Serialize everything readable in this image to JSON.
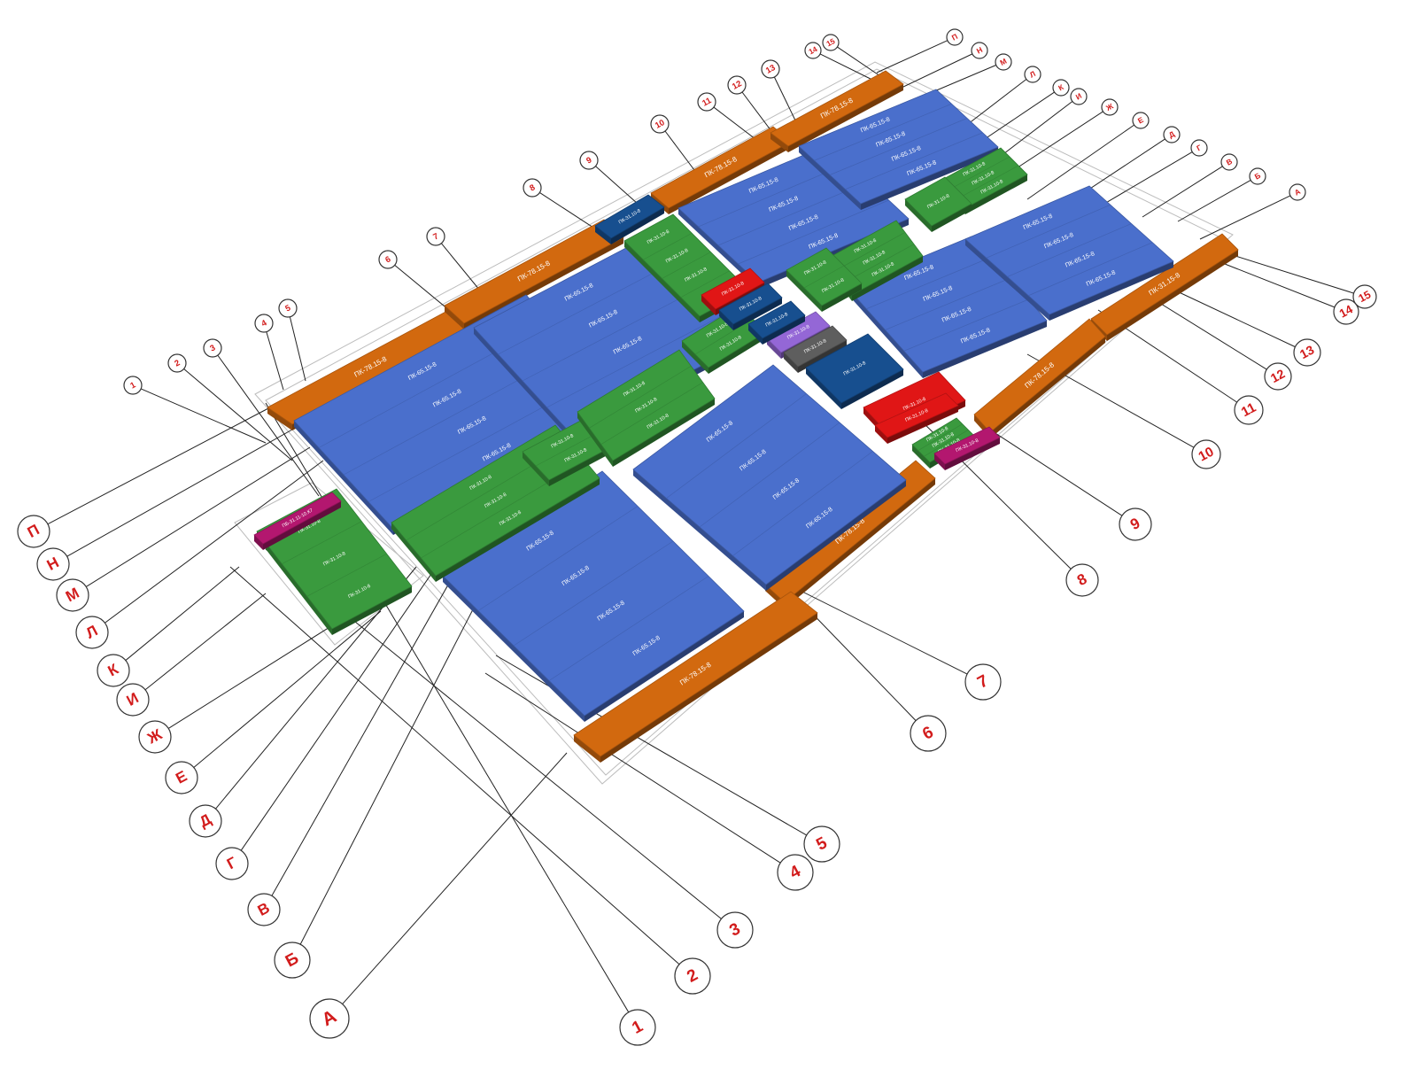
{
  "colors": {
    "beam": "#d2690f",
    "slab_large": "#4a6fcc",
    "slab_small": "#3a9a3e",
    "red": "#e01616",
    "magenta": "#b3176f",
    "dark_blue": "#174f8f",
    "purple": "#9467d6",
    "gray": "#5e5e5e",
    "bubble_text": "#d21c1c"
  },
  "beams": [
    {
      "label": "ПК-78.15-8"
    },
    {
      "label": "ПК-78.15-8"
    },
    {
      "label": "ПК-78.15-8"
    },
    {
      "label": "ПК-78.15-8"
    },
    {
      "label": "ПК-31.15-8"
    },
    {
      "label": "ПК-78.15-8"
    },
    {
      "label": "ПК-78.15-8"
    },
    {
      "label": "ПК-78.15-8"
    }
  ],
  "slabs": [
    {
      "labels": [
        "ПК-65.15-8",
        "ПК-65.15-8",
        "ПК-65.15-8",
        "ПК-65.15-8"
      ]
    },
    {
      "labels": [
        "ПК-65.15-8",
        "ПК-65.15-8",
        "ПК-65.15-8",
        "ПК-65.15-8"
      ]
    },
    {
      "labels": [
        "ПК-65.15-8",
        "ПК-65.15-8",
        "ПК-65.15-8",
        "ПК-65.15-8"
      ]
    },
    {
      "labels": [
        "ПК-65.15-8",
        "ПК-65.15-8",
        "ПК-65.15-8",
        "ПК-65.15-8"
      ]
    },
    {
      "labels": [
        "ПК-65.15-8",
        "ПК-65.15-8",
        "ПК-65.15-8",
        "ПК-65.15-8"
      ]
    },
    {
      "labels": [
        "ПК-65.15-8",
        "ПК-65.15-8",
        "ПК-65.15-8",
        "ПК-65.15-8"
      ]
    },
    {
      "labels": [
        "ПК-65.15-8",
        "ПК-65.15-8",
        "ПК-65.15-8",
        "ПК-65.15-8"
      ]
    }
  ],
  "green_groups": [
    {
      "labels": [
        "ПК-31.10-8",
        "ПК-31.10-8",
        "ПК-31.10-8"
      ]
    },
    {
      "labels": [
        "ПК-31.10-8",
        "ПК-31.10-8"
      ]
    },
    {
      "labels": [
        "ПК-31.10-8",
        "ПК-31.10-8",
        "ПК-31.10-8"
      ]
    },
    {
      "labels": [
        "ПК-31.10-8",
        "ПК-31.10-8"
      ]
    },
    {
      "labels": [
        "ПК-31.10-8",
        "ПК-31.10-8",
        "ПК-31.10-8",
        "ПК-31.10-8"
      ]
    },
    {
      "labels": [
        "ПК-31.10-8",
        "ПК-31.10-8",
        "ПК-31.10-8"
      ]
    },
    {
      "labels": [
        "ПК-31.10-8",
        "ПК-31.10-8"
      ]
    },
    {
      "labels": [
        "ПК-31.10-8",
        "ПК-31.10-8",
        "ПК-31.10-8"
      ]
    },
    {
      "labels": [
        "ПК-31.10-8"
      ]
    },
    {
      "labels": [
        "ПК-31.10-8",
        "ПК-31.10-8",
        "ПК-31.10-8"
      ]
    },
    {
      "labels": [
        "ПК-31.10-8",
        "ПК-31.10-8",
        "ПК-31.10-8"
      ]
    }
  ],
  "special_panels": [
    {
      "label": "ПБ-31.11-10.К7",
      "color": "magenta"
    },
    {
      "label": "ПК-31.10-8",
      "color": "red"
    },
    {
      "label": "ПК-31.10-8",
      "color": "dark_blue"
    },
    {
      "label": "ПК-31.10-8",
      "color": "dark_blue"
    },
    {
      "label": "ПК-31.10-8",
      "color": "purple"
    },
    {
      "label": "ПК-31.10-8",
      "color": "gray"
    },
    {
      "label": "ПК-31.10-8",
      "color": "dark_blue"
    },
    {
      "label": "ПК-31.10-8",
      "color": "dark_blue"
    },
    {
      "label": "ПК-31.10-8",
      "color": "red"
    },
    {
      "label": "ПК-31.10-8",
      "color": "red"
    },
    {
      "label": "ПК-31.10-8",
      "color": "magenta"
    }
  ],
  "axis_bubbles": [
    {
      "label": "П"
    },
    {
      "label": "Н"
    },
    {
      "label": "М"
    },
    {
      "label": "Л"
    },
    {
      "label": "К"
    },
    {
      "label": "И"
    },
    {
      "label": "Ж"
    },
    {
      "label": "Е"
    },
    {
      "label": "Д"
    },
    {
      "label": "Г"
    },
    {
      "label": "В"
    },
    {
      "label": "Б"
    },
    {
      "label": "А"
    },
    {
      "label": "1"
    },
    {
      "label": "2"
    },
    {
      "label": "3"
    },
    {
      "label": "4"
    },
    {
      "label": "5"
    },
    {
      "label": "6"
    },
    {
      "label": "7"
    },
    {
      "label": "8"
    },
    {
      "label": "9"
    },
    {
      "label": "10"
    },
    {
      "label": "11"
    },
    {
      "label": "12"
    },
    {
      "label": "13"
    },
    {
      "label": "14"
    },
    {
      "label": "15"
    },
    {
      "label": "1"
    },
    {
      "label": "2"
    },
    {
      "label": "3"
    },
    {
      "label": "4"
    },
    {
      "label": "5"
    },
    {
      "label": "6"
    },
    {
      "label": "7"
    },
    {
      "label": "8"
    },
    {
      "label": "9"
    },
    {
      "label": "10"
    },
    {
      "label": "11"
    },
    {
      "label": "12"
    },
    {
      "label": "13"
    },
    {
      "label": "14"
    },
    {
      "label": "15"
    },
    {
      "label": "П"
    },
    {
      "label": "Н"
    },
    {
      "label": "М"
    },
    {
      "label": "Л"
    },
    {
      "label": "К"
    },
    {
      "label": "И"
    },
    {
      "label": "Ж"
    },
    {
      "label": "Е"
    },
    {
      "label": "Д"
    },
    {
      "label": "Г"
    },
    {
      "label": "В"
    },
    {
      "label": "Б"
    },
    {
      "label": "А"
    }
  ]
}
